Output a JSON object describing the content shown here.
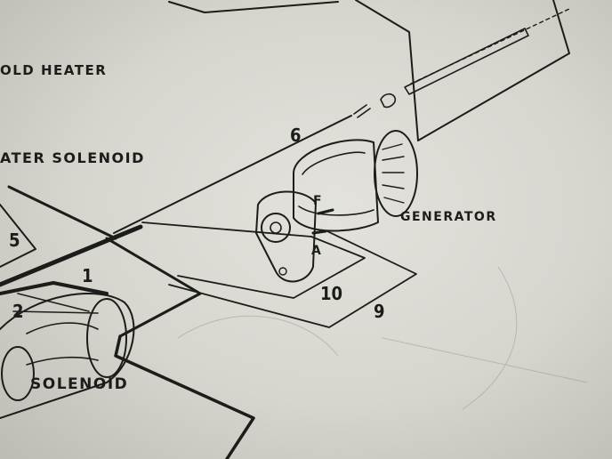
{
  "labels": {
    "old_heater": "OLD HEATER",
    "heater_solenoid": "ATER SOLENOID",
    "generator": "GENERATOR",
    "solenoid": "SOLENOID",
    "wire_6": "6",
    "wire_5": "5",
    "wire_1": "1",
    "wire_2": "2",
    "wire_10": "10",
    "wire_9": "9",
    "terminal_f": "F",
    "terminal_a": "A"
  },
  "colors": {
    "paper": "#dcdbd4",
    "ink": "#1c1c1a"
  }
}
